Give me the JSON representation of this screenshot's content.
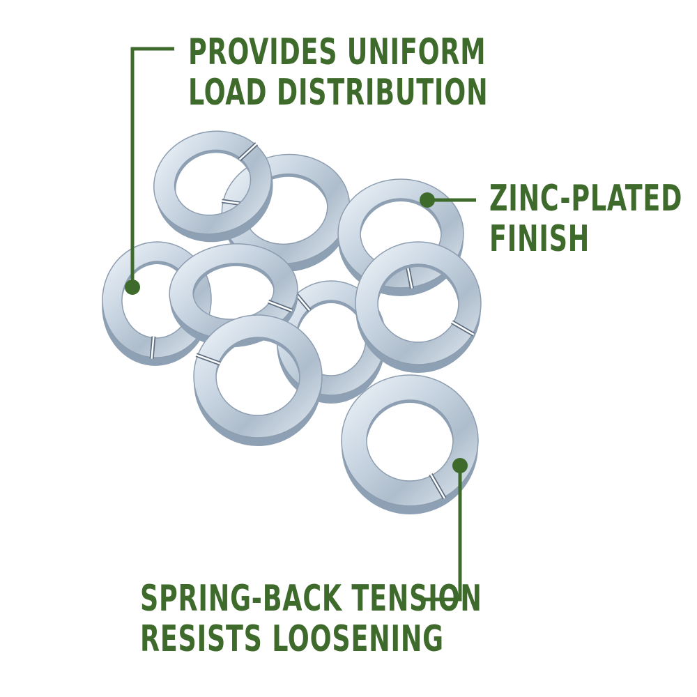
{
  "colors": {
    "accent": "#3e6b2c",
    "metal_light": "#e3ecf4",
    "metal_mid": "#b9c7d5",
    "metal_dark": "#8293a6",
    "background": "#ffffff"
  },
  "callouts": {
    "load": {
      "line1": "PROVIDES UNIFORM",
      "line2": "LOAD DISTRIBUTION"
    },
    "zinc": {
      "line1": "ZINC-PLATED",
      "line2": "FINISH"
    },
    "spring": {
      "line1": "SPRING-BACK TENSION",
      "line2": "RESISTS LOOSENING"
    }
  },
  "product": {
    "subject": "zinc-plated split lock washers",
    "count": 9
  }
}
